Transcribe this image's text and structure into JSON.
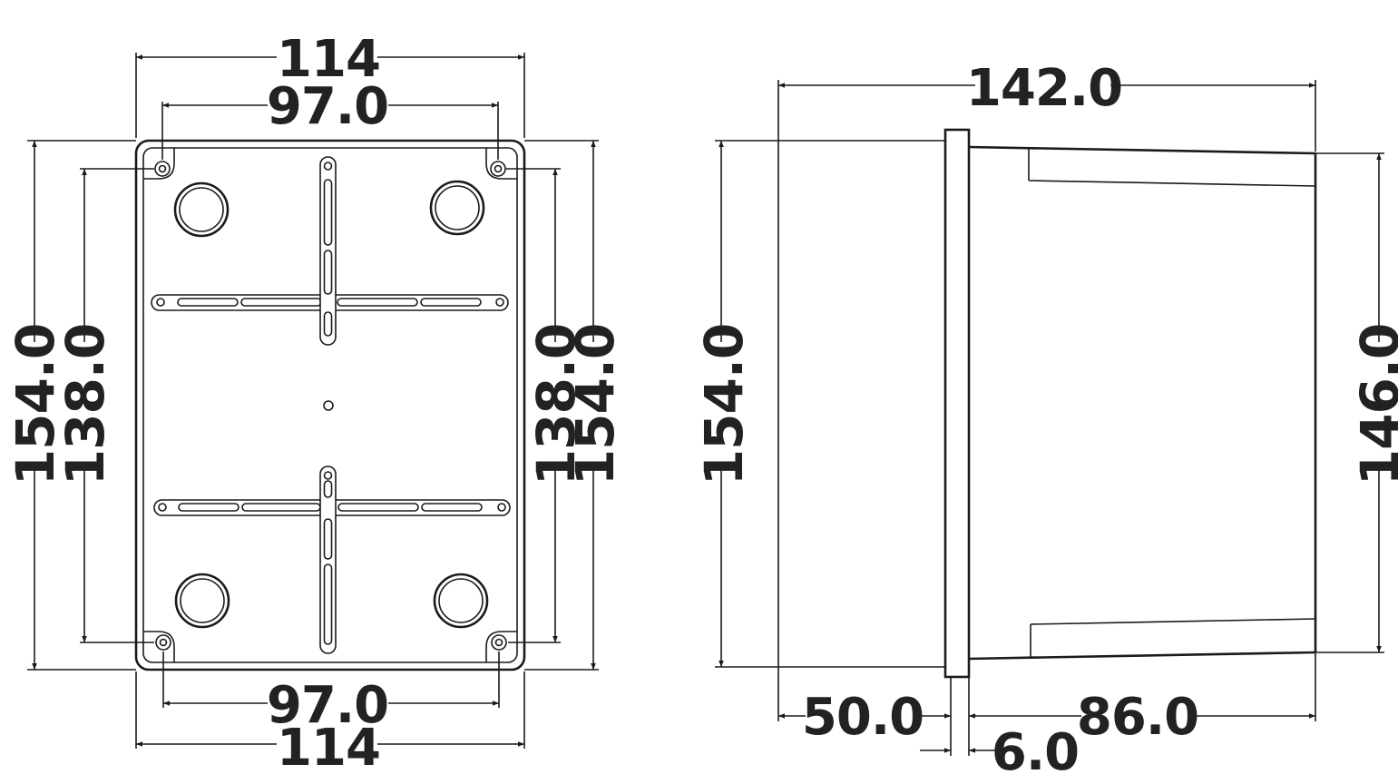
{
  "front_view": {
    "width_top": "114",
    "hole_spacing_top": "97.0",
    "height_left_outer": "154.0",
    "height_left_inner": "138.0",
    "height_right_inner": "138.0",
    "height_right_outer": "154.0",
    "hole_spacing_bottom": "97.0",
    "width_bottom": "114"
  },
  "side_view": {
    "total_depth": "142.0",
    "height_left": "154.0",
    "height_right": "146.0",
    "front_depth": "50.0",
    "rear_depth": "86.0",
    "flange_thickness": "6.0"
  },
  "colors": {
    "line": "#1a1a1a",
    "text": "#222222",
    "background": "#ffffff"
  }
}
